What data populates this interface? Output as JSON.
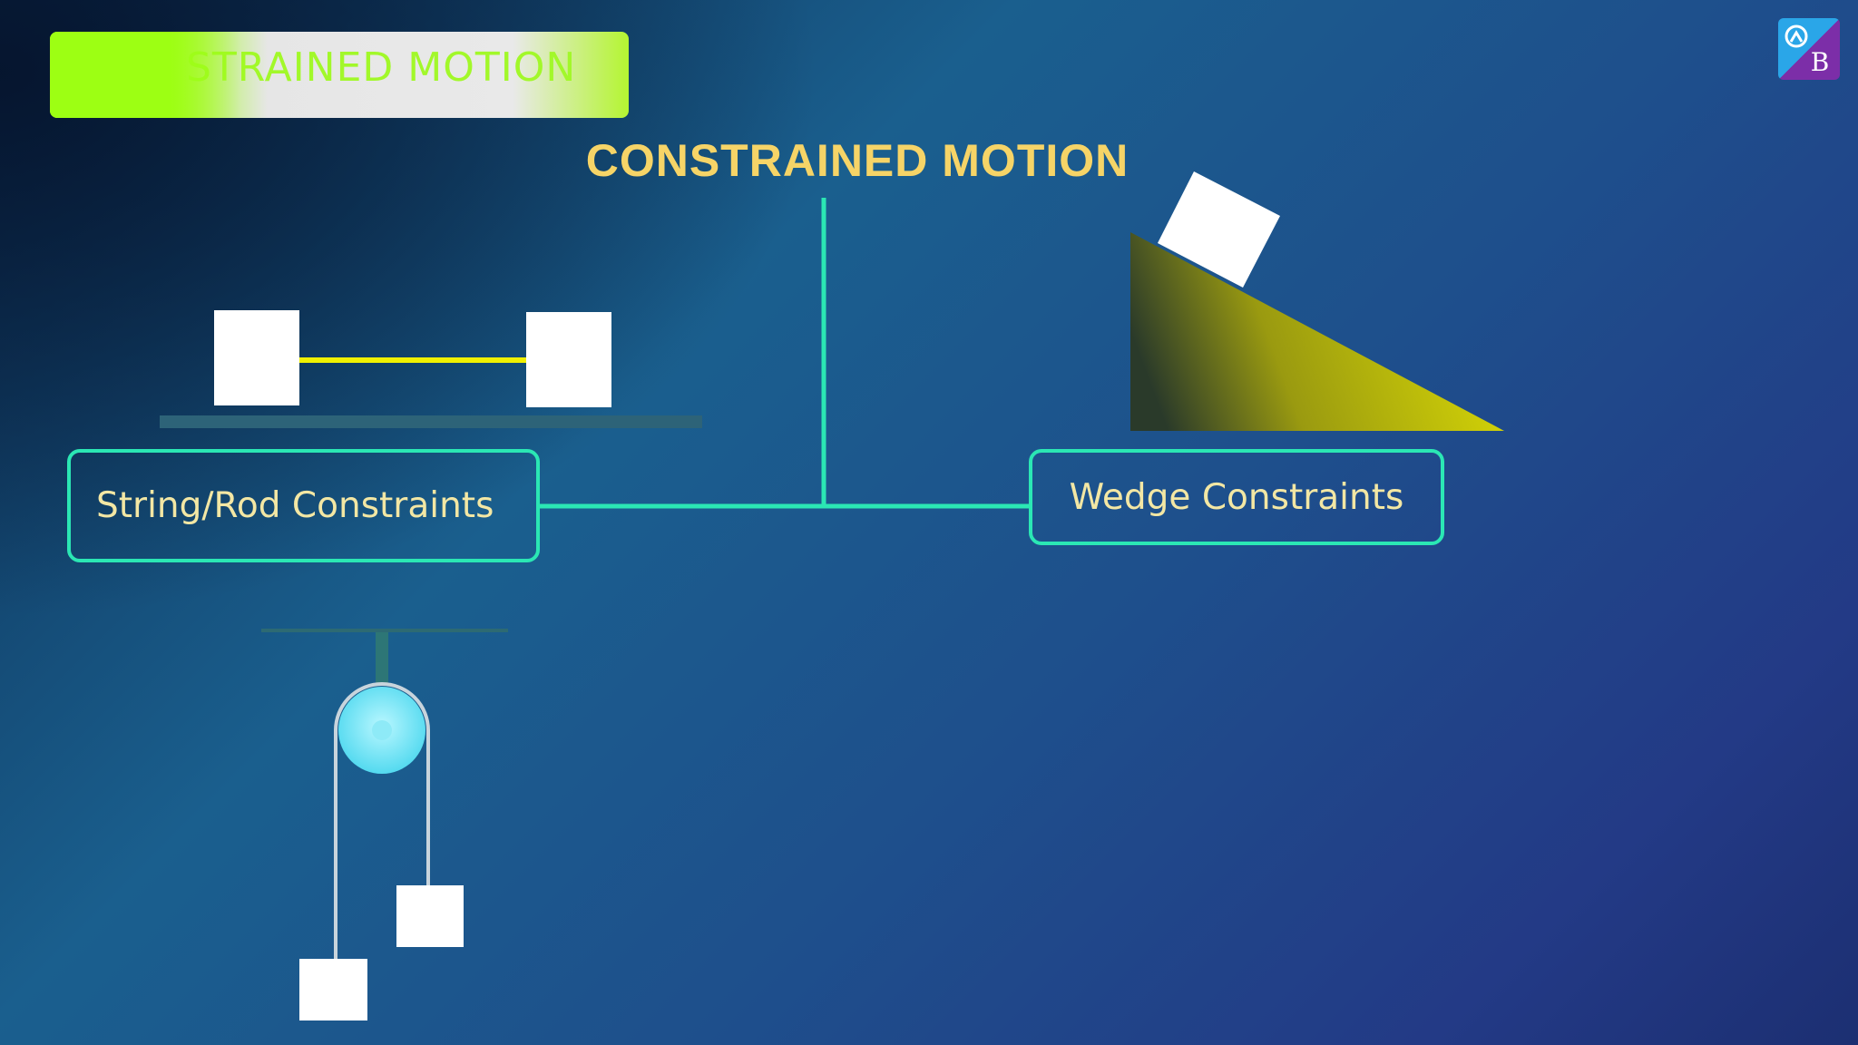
{
  "banner": {
    "text": "STRAINED MOTION"
  },
  "title": "CONSTRAINED MOTION",
  "branches": {
    "left_label": "String/Rod Constraints",
    "right_label": "Wedge Constraints"
  },
  "logo": {
    "icon": "byjus-logo-icon",
    "letter": "B"
  },
  "colors": {
    "title": "#f6d467",
    "connector": "#2be7b4",
    "string": "#f0f000",
    "wedge": "#d4d40a",
    "pulley": "#5ee6f5",
    "banner_green": "#9dff13"
  }
}
